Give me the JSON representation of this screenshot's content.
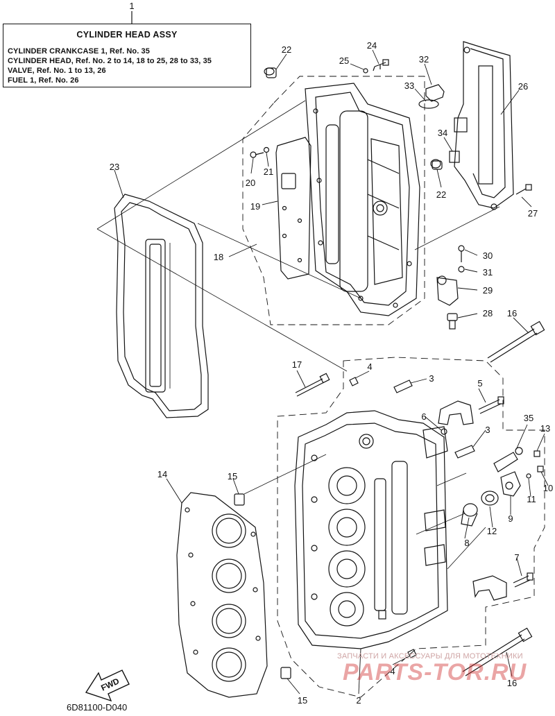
{
  "title_box": {
    "number": "1",
    "heading": "CYLINDER HEAD ASSY",
    "lines": [
      "CYLINDER CRANKCASE 1,   Ref. No. 35",
      "CYLINDER HEAD,   Ref. No. 2 to 14, 18 to 25, 28 to 33, 35",
      "VALVE, Ref. No. 1 to 13, 26",
      "FUEL 1, Ref. No. 26"
    ]
  },
  "callouts": [
    "22",
    "24",
    "25",
    "32",
    "33",
    "26",
    "34",
    "22",
    "27",
    "23",
    "21",
    "20",
    "19",
    "18",
    "30",
    "31",
    "29",
    "28",
    "16",
    "17",
    "4",
    "3",
    "5",
    "6",
    "35",
    "13",
    "3",
    "15",
    "14",
    "11",
    "10",
    "9",
    "12",
    "8",
    "7",
    "15",
    "2",
    "4",
    "16"
  ],
  "fwd_label": "FWD",
  "diagram_code": "6D81100-D040",
  "watermark": {
    "small": "ЗАПЧАСТИ И АКСЕССУАРЫ ДЛЯ МОТОТЕХНИКИ",
    "big": "PARTS-TOR.RU"
  },
  "colors": {
    "ink": "#111111",
    "watermark": "#cd2828"
  }
}
